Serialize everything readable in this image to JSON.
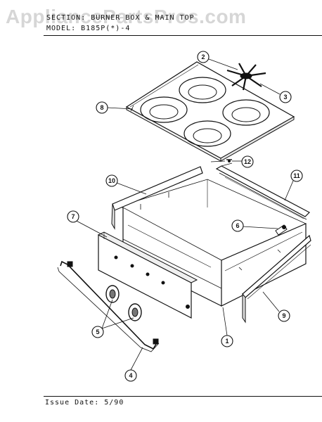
{
  "watermark": "AppliancePartsPros.com",
  "header": {
    "section_label": "SECTION:",
    "section_value": "BURNER BOX & MAIN TOP",
    "model_label": "MODEL:",
    "model_value": "B185P(*)-4"
  },
  "footer": {
    "issue_label": "Issue Date:",
    "issue_value": "5/90"
  },
  "callouts": [
    "1",
    "2",
    "3",
    "4",
    "5",
    "6",
    "7",
    "8",
    "9",
    "10",
    "11",
    "12"
  ]
}
